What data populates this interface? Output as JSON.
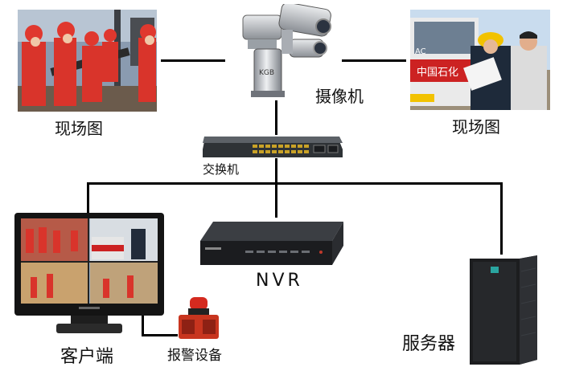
{
  "nodes": {
    "camera": {
      "label": "摄像机",
      "brand": "KGB"
    },
    "site_left": {
      "label": "现场图"
    },
    "site_right": {
      "label": "现场图"
    },
    "switch": {
      "label": "交换机"
    },
    "nvr": {
      "label": "NVR"
    },
    "client": {
      "label": "客户端"
    },
    "alarm": {
      "label": "报警设备"
    },
    "server": {
      "label": "服务器"
    }
  },
  "colors": {
    "line": "#000000",
    "worker": "#d9342b",
    "helmet": "#f2c200",
    "sky": "#c9dcee"
  }
}
